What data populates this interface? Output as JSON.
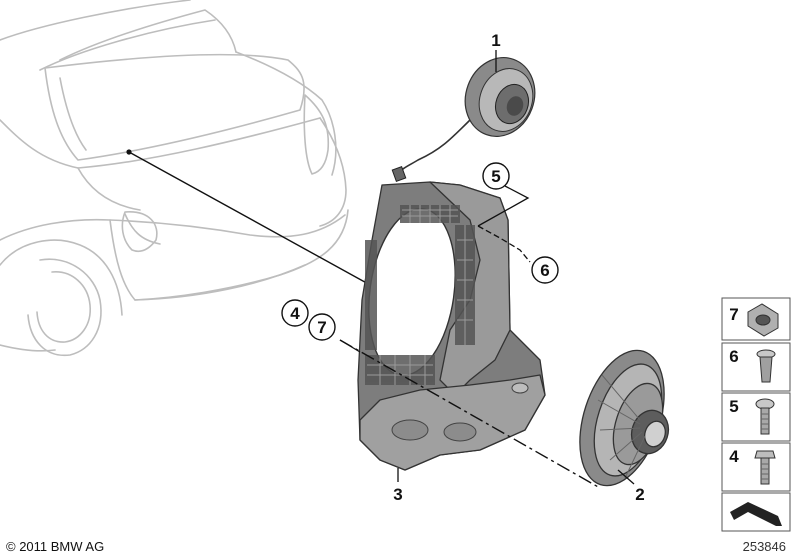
{
  "callouts": {
    "part_1": "1",
    "part_2": "2",
    "part_3": "3",
    "part_4": "4",
    "part_5": "5",
    "part_6": "6",
    "part_7": "7"
  },
  "legend": {
    "items": [
      {
        "number": "7",
        "icon": "clip-nut-icon"
      },
      {
        "number": "6",
        "icon": "expanding-rivet-icon"
      },
      {
        "number": "5",
        "icon": "oval-head-screw-icon"
      },
      {
        "number": "4",
        "icon": "hex-bolt-icon"
      },
      {
        "number": "",
        "icon": "shim-bracket-icon"
      }
    ]
  },
  "footer": {
    "copyright": "© 2011 BMW AG",
    "image_number": "253846"
  }
}
